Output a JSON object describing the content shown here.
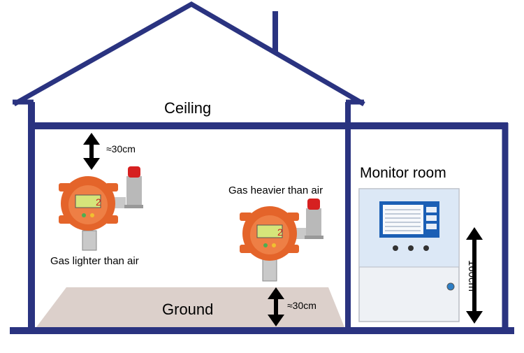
{
  "labels": {
    "ceiling": "Ceiling",
    "ground": "Ground",
    "monitor_room": "Monitor room",
    "gas_lighter": "Gas lighter than air",
    "gas_heavier": "Gas heavier than air",
    "top_distance": "≈30cm",
    "bottom_distance": "≈30cm",
    "cabinet_height": "160cm"
  },
  "colors": {
    "wall": "#2a3380",
    "floor": "#dcd0cb",
    "detector": "#e4642a",
    "lamp": "#d62020",
    "arrow": "#000000",
    "panel_screen": "#1b5fb5",
    "cabinet": "#eef1f5"
  },
  "detector_display": "2"
}
